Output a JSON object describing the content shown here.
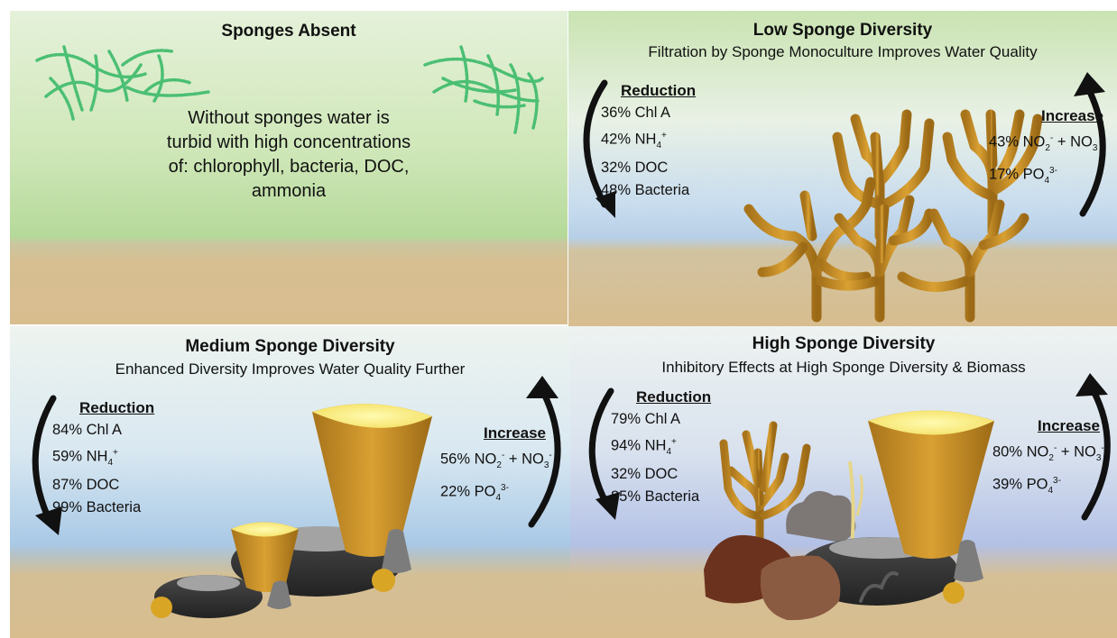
{
  "panels": {
    "absent": {
      "title": "Sponges Absent",
      "body_lines": [
        "Without sponges water is",
        "turbid with high concentrations",
        "of: chlorophyll, bacteria, DOC,",
        "ammonia"
      ]
    },
    "low": {
      "title": "Low Sponge Diversity",
      "subtitle": "Filtration by Sponge Monoculture Improves Water Quality",
      "reduction": {
        "heading": "Reduction",
        "chl": "36% Chl A",
        "nh4_value": "42%",
        "doc": "32% DOC",
        "bacteria": "48% Bacteria"
      },
      "increase": {
        "heading": "Increase",
        "nox_value": "43%",
        "po4_value": "17%"
      }
    },
    "medium": {
      "title": "Medium Sponge Diversity",
      "subtitle": "Enhanced Diversity Improves Water Quality Further",
      "reduction": {
        "heading": "Reduction",
        "chl": "84% Chl A",
        "nh4_value": "59%",
        "doc": "87% DOC",
        "bacteria": "99% Bacteria"
      },
      "increase": {
        "heading": "Increase",
        "nox_value": "56%",
        "po4_value": "22%"
      }
    },
    "high": {
      "title": "High Sponge Diversity",
      "subtitle": "Inhibitory Effects at High Sponge Diversity & Biomass",
      "reduction": {
        "heading": "Reduction",
        "chl": "79% Chl A",
        "nh4_value": "94%",
        "doc": "32% DOC",
        "bacteria": "85% Bacteria"
      },
      "increase": {
        "heading": "Increase",
        "nox_value": "80%",
        "po4_value": "39%"
      }
    }
  },
  "chem": {
    "nh": "NH",
    "nh_sub": "4",
    "nh_sup": "+",
    "no": "NO",
    "no2_sub": "2",
    "no2_sup": "-",
    "plus": " + ",
    "no3_sub": "3",
    "no3_sup": "-",
    "po": "PO",
    "po_sub": "4",
    "po_sup": "3-"
  },
  "colors": {
    "sand": "#d8bd8f",
    "turbid_green": "#b9dba0",
    "clear_blue": "#a9c9e6",
    "sponge_gold": "#c98f1e",
    "sponge_top": "#fff27a",
    "dark_sponge": "#3a3a3a",
    "arrow": "#111111",
    "algae": "#4bbf73"
  }
}
